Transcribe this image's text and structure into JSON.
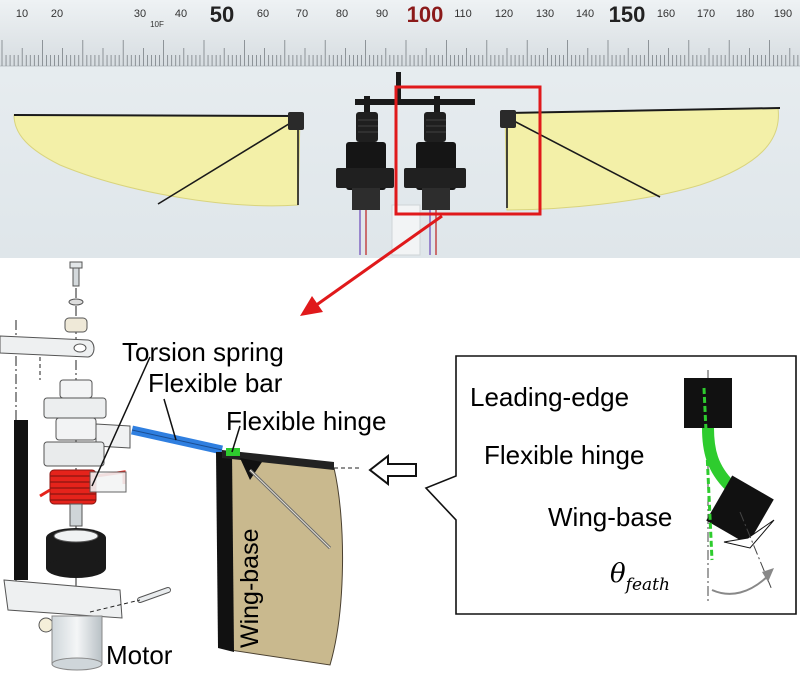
{
  "ruler": {
    "small_numbers": [
      "10",
      "20",
      "30",
      "40",
      "60",
      "70",
      "80",
      "90",
      "110",
      "120",
      "130",
      "140",
      "160",
      "170",
      "180",
      "190"
    ],
    "big_numbers": [
      "50",
      "100",
      "150"
    ],
    "sub_label": "10F"
  },
  "labels": {
    "torsion_spring": "Torsion spring",
    "flexible_bar": "Flexible bar",
    "flexible_hinge": "Flexible hinge",
    "wing_base_vertical": "Wing-base",
    "motor": "Motor"
  },
  "inset": {
    "leading_edge": "Leading-edge",
    "flexible_hinge": "Flexible hinge",
    "wing_base": "Wing-base",
    "angle_symbol": "θ",
    "angle_subscript": "feath"
  },
  "colors": {
    "highlight_box": "#e0191b",
    "spring": "#e5231b",
    "flexible_bar": "#2f7fe0",
    "hinge_green": "#2ecc2e",
    "wing_film": "#f3f0a8",
    "wing_base_panel": "#c9b98e"
  }
}
